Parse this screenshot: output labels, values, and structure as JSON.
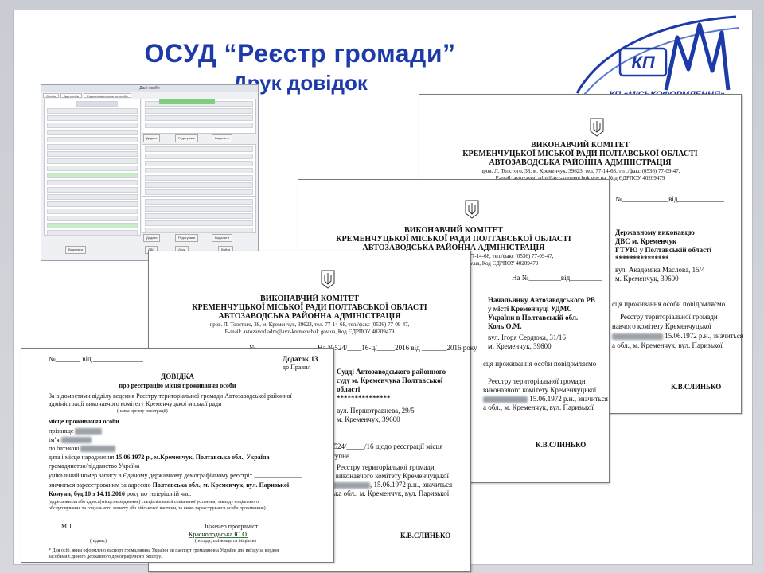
{
  "header": {
    "title": "ОСУД “Реєстр громади”",
    "subtitle": "Друк довідок",
    "logo_caption": "КП «МІСЬКОФОРМЛЕННЯ»",
    "logo_letters": "КП"
  },
  "app": {
    "window_title": "Дані особи",
    "tabs": [
      "Особа",
      "Адр.особи",
      "Родинні відносини та особи"
    ],
    "buttons": {
      "add": "Додати",
      "edit": "Редагувати",
      "delete": "Видалити",
      "docs": "ДВС",
      "print": "Друк",
      "close": "Вийти"
    }
  },
  "org": {
    "line1": "ВИКОНАВЧИЙ КОМІТЕТ",
    "line2": "КРЕМЕНЧУЦЬКОЇ МІСЬКОЇ РАДИ ПОЛТАВСЬКОЇ ОБЛАСТІ",
    "line3": "АВТОЗАВОДСЬКА РАЙОННА АДМІНІСТРАЦІЯ",
    "address": "пров. Л. Толстого, 38, м. Кременчук, 39623, тел. 77-14-68, тел./факс (0536) 77-09-47,",
    "email": "E-mail: avtozavod.adm@avz-kremenchuk.gov.ua, Код ЄДРПОУ 40209479"
  },
  "doc1": {
    "recipient": [
      "Державному виконавцю",
      "ДВС м. Кременчук",
      "ГТУЮ у Полтавській області",
      "***************"
    ],
    "recipient_addr": [
      "вул. Академіка Маслова, 15/4",
      "м. Кременчук, 39600"
    ],
    "number_line": "№_____________від_____________",
    "body": [
      "сця проживання особи повідомляємо",
      "Реєстру територіальної громади",
      "навчого комітету Кременчуцької",
      "15.06.1972 р.н., значиться",
      "а обл., м. Кременчук, вул. Паризької"
    ],
    "signature": "К.В.СЛИНЬКО"
  },
  "doc2": {
    "number_line": "На №_________від_________",
    "recipient": [
      "Начальнику Автозаводського РВ",
      "у   місті   Кременчуці   УДМС",
      "України в Полтавській обл.",
      "Коль О.М."
    ],
    "recipient_addr": [
      "вул. Ігоря Сердюка, 31/16",
      "м. Кременчук, 39600"
    ],
    "body": [
      "сця проживання особи повідомляємо",
      "Реєстру територіальної громади",
      "виконавчого комітету Кременчуцької",
      "15.06.1972 р.н., значиться",
      "а обл., м. Кременчук, вул. Паризької"
    ],
    "signature": "К.В.СЛИНЬКО"
  },
  "doc3": {
    "number_prefix": "№",
    "number_line": "На №524/____16-ц/_____2016 від _______2016 року",
    "recipient": [
      "Судді Автозаводського районного",
      "суду м. Кременчука Полтавської",
      "області",
      "***************"
    ],
    "recipient_addr": [
      "вул. Першотравнева, 29/5",
      "м. Кременчук, 39600"
    ],
    "body": [
      "/524/_____/16 щодо реєстрації  місця",
      "тупне.",
      "Реєстру  територіальної  громади",
      "і виконавчого комітету Кременчуцької",
      ", 15.06.1972 р.н., значиться",
      "ька обл., м. Кременчук, вул. Паризької"
    ],
    "signature": "К.В.СЛИНЬКО"
  },
  "doc4": {
    "number_line": "№_______ від ______________",
    "annex": "Додаток 13",
    "annex2": "до Правил",
    "title": "ДОВІДКА",
    "title2": "про реєстрацію місця проживання особи",
    "l1": "За відомостями відділу ведення Реєстру територіальної громади Автозаводської районної",
    "l2": "адміністрації виконавчого комітету Кременчуцької міської ради",
    "l2_note": "(назва органу реєстрації)",
    "l3": "місце проживання особи",
    "surname_label": "прізвище",
    "name_label": "ім’я",
    "patronymic_label": "по батькові",
    "birth_label": "дата і місце народження",
    "birth_value": "15.06.1972 р.,  м.Кременчук, Полтавська обл., Україна",
    "citizenship": "громадянство/підданство Україна",
    "unique": "унікальний номер запису в Єдиному державному демографічному реєстрі* _______________",
    "registered": "значиться зареєстрованим за адресою",
    "address_value": "Полтавська обл., м. Кременчук, вул. Паризької",
    "address_value2": "Комуни, буд.10  з  14.11.2016",
    "address_tail": "року по теперішній час.",
    "note1": "(адреса житла або адреса(місцезнаходження) спеціалізованої соціальної установи, закладу соціального",
    "note2": "обслуговування та соціального захисту або військової частини, за якою зареєструвався особа проживання)",
    "mp": "МП",
    "engineer": "Інженер програміст",
    "engineer_name": "Красноподьська Ю.О.",
    "sign_note": "(підпис)",
    "sign_note2": "(посада, прізвище та ініціали)",
    "footnote1": "*  Для осіб, яким оформлено паспорт громадянина України чи паспорт громадянина України для виїзду за кордон",
    "footnote2": "засобами Єдиного державного демографічного реєстру."
  }
}
